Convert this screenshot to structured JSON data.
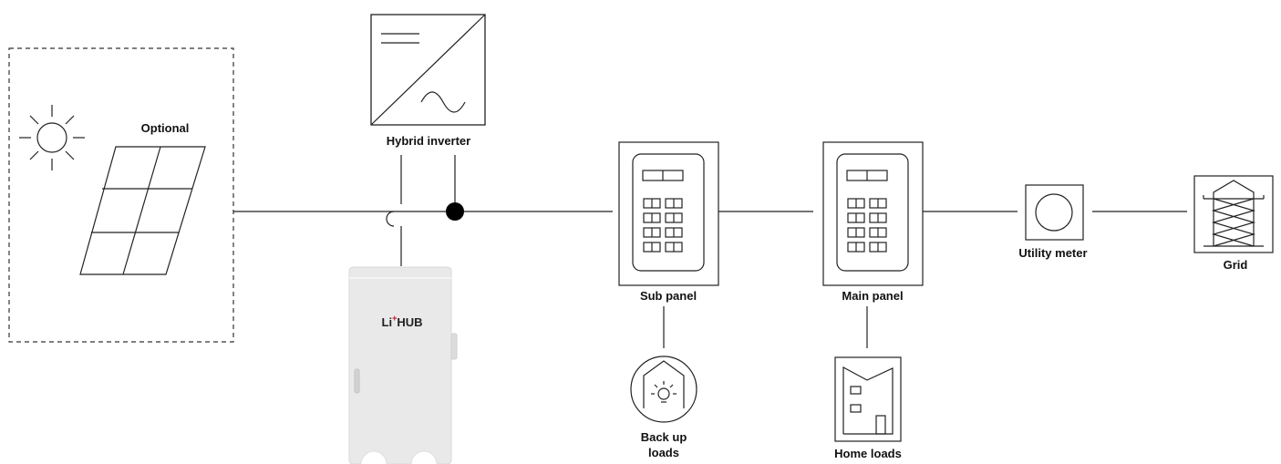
{
  "labels": {
    "optional": "Optional",
    "inverter": "Hybrid inverter",
    "sub_panel": "Sub panel",
    "main_panel": "Main panel",
    "utility_meter": "Utility meter",
    "grid": "Grid",
    "backup_loads_line1": "Back up",
    "backup_loads_line2": "loads",
    "home_loads": "Home loads"
  },
  "battery": {
    "brand_prefix": "Li",
    "brand_sup": "+",
    "brand_suffix": "HUB"
  },
  "colors": {
    "line": "#111111",
    "battery_body": "#e9e9e9",
    "brand_accent": "#d6001c"
  }
}
